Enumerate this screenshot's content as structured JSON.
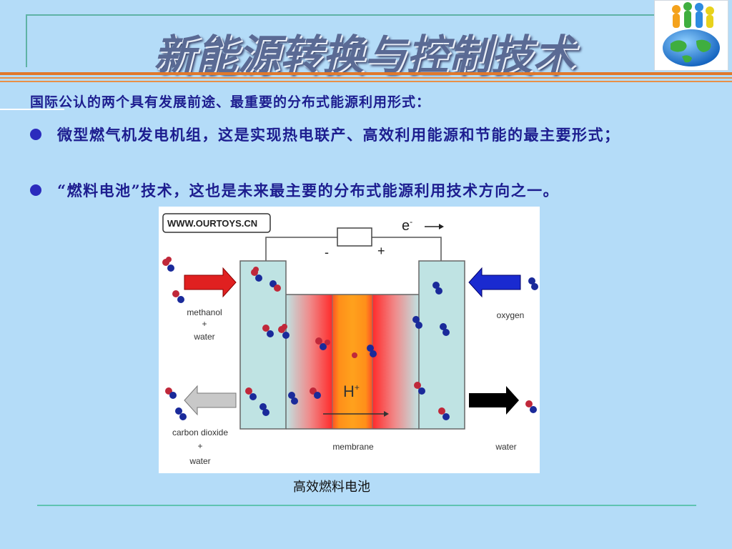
{
  "title": "新能源转换与控制技术",
  "intro": "国际公认的两个具有发展前途、最重要的分布式能源利用形式：",
  "bullets": [
    "微型燃气机发电机组，这是实现热电联产、高效利用能源和节能的最主要形式；",
    "“燃料电池”技术，这也是未来最主要的分布式能源利用技术方向之一。"
  ],
  "figure": {
    "watermark": "WWW.OURTOYS.CN",
    "electron": "e",
    "electron_sup": "-",
    "minus": "-",
    "plus": "+",
    "proton": "H",
    "proton_sup": "+",
    "left_in_label": [
      "methanol",
      "+",
      "water"
    ],
    "right_in_label": "oxygen",
    "left_out_label": [
      "carbon dioxide",
      "+",
      "water"
    ],
    "membrane_label": "membrane",
    "right_out_label": "water",
    "colors": {
      "arrow_in_left": "#e02020",
      "arrow_in_right": "#1a2ad0",
      "arrow_out_left": "#b8b8b8",
      "arrow_out_right": "#000000",
      "electrode": "#bfe3e3",
      "membrane": "#ff7a1a"
    }
  },
  "caption": "高效燃料电池",
  "logo": {
    "icon": "people-on-globe-logo"
  }
}
